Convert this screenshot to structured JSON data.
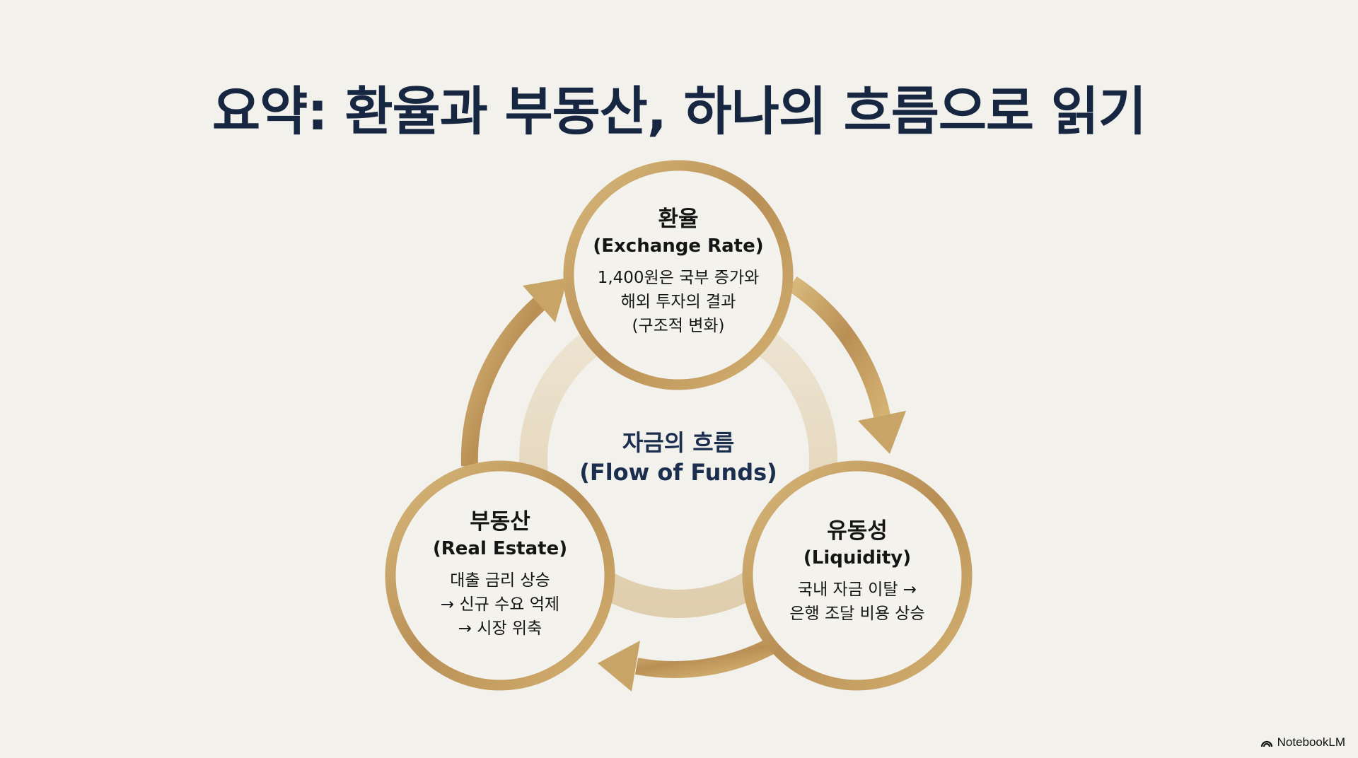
{
  "title": "요약: 환율과 부동산, 하나의 흐름으로 읽기",
  "center": {
    "title": "자금의 흐름",
    "subtitle": "(Flow of Funds)"
  },
  "nodes": {
    "exchange": {
      "title": "환율",
      "subtitle": "(Exchange Rate)",
      "lines": [
        "1,400원은 국부 증가와",
        "해외 투자의 결과",
        "(구조적 변화)"
      ]
    },
    "liquidity": {
      "title": "유동성",
      "subtitle": "(Liquidity)",
      "lines": [
        "국내 자금 이탈 →",
        "은행 조달 비용 상승"
      ]
    },
    "realestate": {
      "title": "부동산",
      "subtitle": "(Real Estate)",
      "lines": [
        "대출 금리 상승",
        "→ 신규 수요 억제",
        "→ 시장 위축"
      ]
    }
  },
  "brand": "NotebookLM",
  "colors": {
    "gold": "#c9a467",
    "navy": "#172742",
    "background": "#f2f1ec"
  }
}
